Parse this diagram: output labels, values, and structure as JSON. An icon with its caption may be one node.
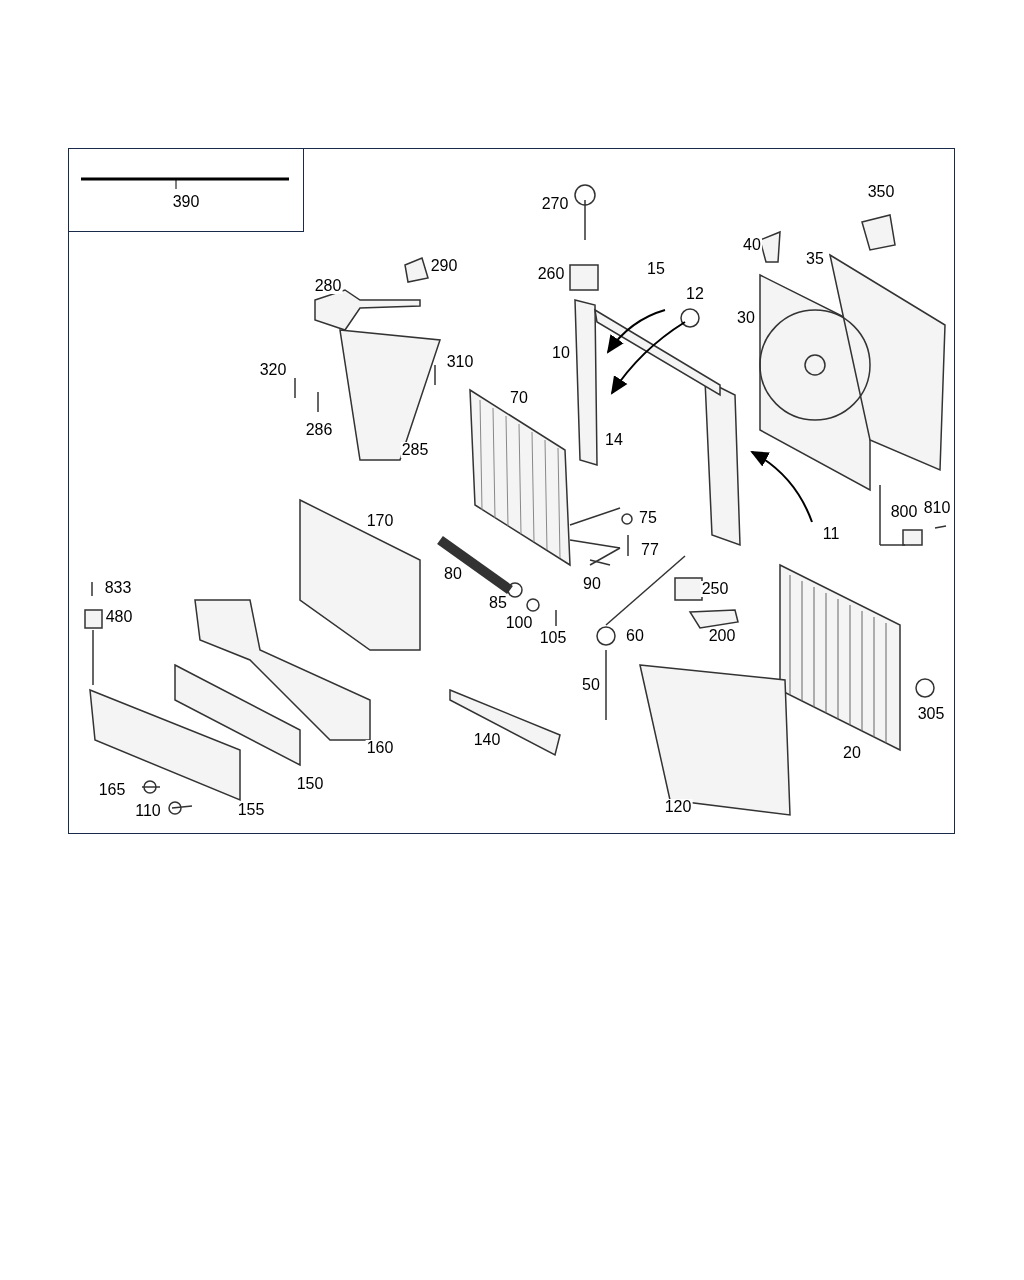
{
  "diagram": {
    "nodes": [
      {
        "text": [
          "390"
        ]
      }
    ],
    "labels": [
      "270",
      "350",
      "40",
      "35",
      "290",
      "15",
      "260",
      "12",
      "280",
      "30",
      "10",
      "320",
      "310",
      "70",
      "286",
      "14",
      "285",
      "11",
      "170",
      "75",
      "800",
      "810",
      "77",
      "80",
      "833",
      "250",
      "90",
      "85",
      "480",
      "100",
      "105",
      "60",
      "200",
      "50",
      "305",
      "140",
      "160",
      "20",
      "150",
      "165",
      "110",
      "155",
      "120"
    ]
  }
}
